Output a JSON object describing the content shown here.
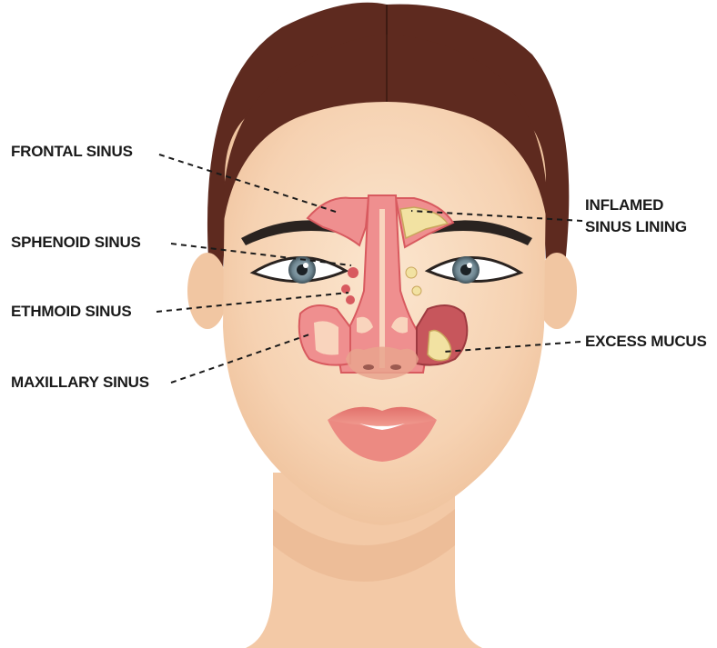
{
  "labels": {
    "frontal": "FRONTAL SINUS",
    "sphenoid": "SPHENOID SINUS",
    "ethmoid": "ETHMOID SINUS",
    "maxillary": "MAXILLARY SINUS",
    "inflamed_line1": "INFLAMED",
    "inflamed_line2": "SINUS LINING",
    "excess_mucus": "EXCESS MUCUS"
  },
  "colors": {
    "skin": "#f6d3b4",
    "skin_light": "#fae3cb",
    "skin_shadow": "#e9b690",
    "hair": "#5e2a1f",
    "hair_light": "#73382a",
    "sinus": "#ef8f8f",
    "sinus_dark": "#d85a5f",
    "mucus": "#f2e2a2",
    "lips": "#e77e77",
    "eyebrow": "#2a2320",
    "iris": "#7b8f99"
  }
}
